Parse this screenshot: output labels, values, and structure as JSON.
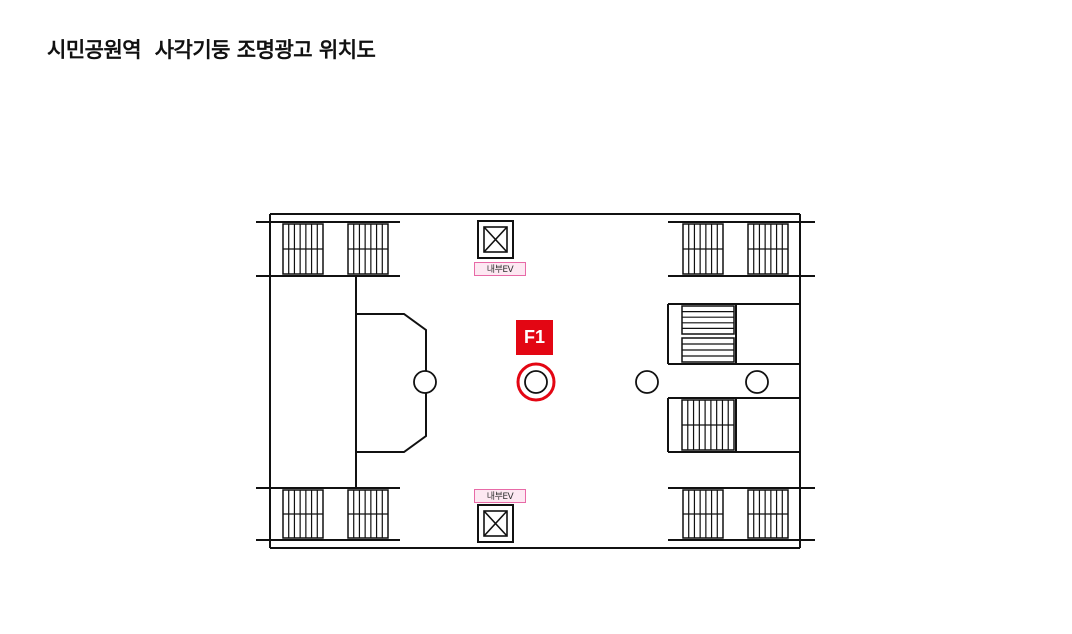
{
  "title": "시민공원역  사각기둥 조명광고 위치도",
  "elevator_label": "내부EV",
  "ad_marker_label": "F1",
  "colors": {
    "marker": "#e30613",
    "ev_border": "#e86aa7",
    "ev_fill": "#fde8f2",
    "line": "#111111"
  },
  "icons": [
    "elevator-icon",
    "pillar-icon",
    "stair-icon"
  ]
}
